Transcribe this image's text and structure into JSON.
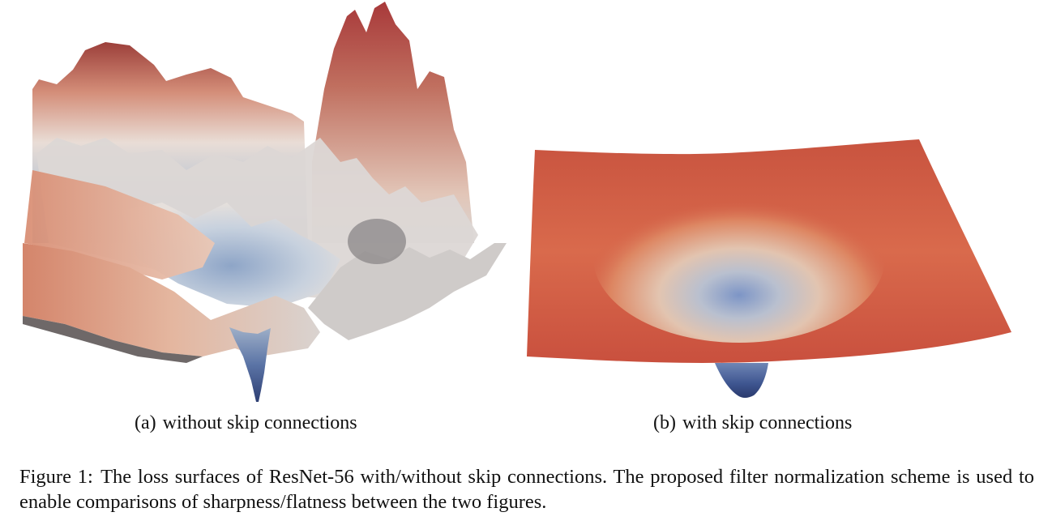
{
  "figure": {
    "panels": [
      {
        "tag": "(a)",
        "caption": "without skip connections"
      },
      {
        "tag": "(b)",
        "caption": "with skip connections"
      }
    ],
    "caption_label": "Figure 1:",
    "caption_text": "The loss surfaces of ResNet-56 with/without skip connections.  The proposed filter normalization scheme is used to enable comparisons of sharpness/flatness between the two figures."
  },
  "colors": {
    "high": "#b8433b",
    "mid": "#e7d9d2",
    "low": "#3d5a93"
  }
}
